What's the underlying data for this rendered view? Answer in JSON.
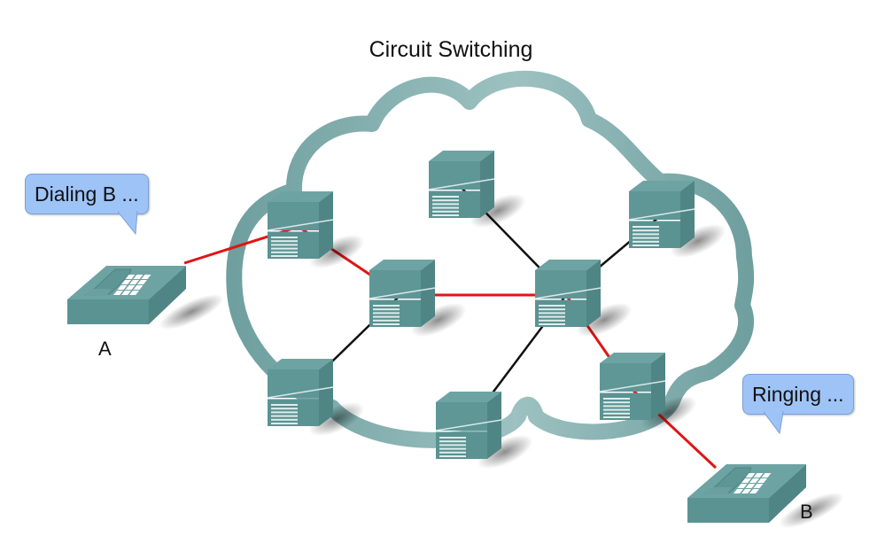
{
  "title": "Circuit Switching",
  "colors": {
    "cloud": "#7aa9a9",
    "device": "#5e9494",
    "active_link": "#e01515",
    "idle_link": "#111111",
    "bubble": "#9ec3f7"
  },
  "phones": [
    {
      "id": "A",
      "label": "A",
      "bubble": "Dialing B ..."
    },
    {
      "id": "B",
      "label": "B",
      "bubble": "Ringing ..."
    }
  ],
  "switches": [
    {
      "id": "s1"
    },
    {
      "id": "s2"
    },
    {
      "id": "s3"
    },
    {
      "id": "s4"
    },
    {
      "id": "s5"
    },
    {
      "id": "s6"
    },
    {
      "id": "s7"
    },
    {
      "id": "s8"
    }
  ],
  "links": [
    {
      "from": "A",
      "to": "s1",
      "active": true
    },
    {
      "from": "s1",
      "to": "s3",
      "active": true
    },
    {
      "from": "s3",
      "to": "s4",
      "active": true
    },
    {
      "from": "s4",
      "to": "s8",
      "active": true
    },
    {
      "from": "s8",
      "to": "B",
      "active": true
    },
    {
      "from": "s2",
      "to": "s4",
      "active": false
    },
    {
      "from": "s5",
      "to": "s4",
      "active": false
    },
    {
      "from": "s3",
      "to": "s6",
      "active": false
    },
    {
      "from": "s4",
      "to": "s7",
      "active": false
    }
  ]
}
